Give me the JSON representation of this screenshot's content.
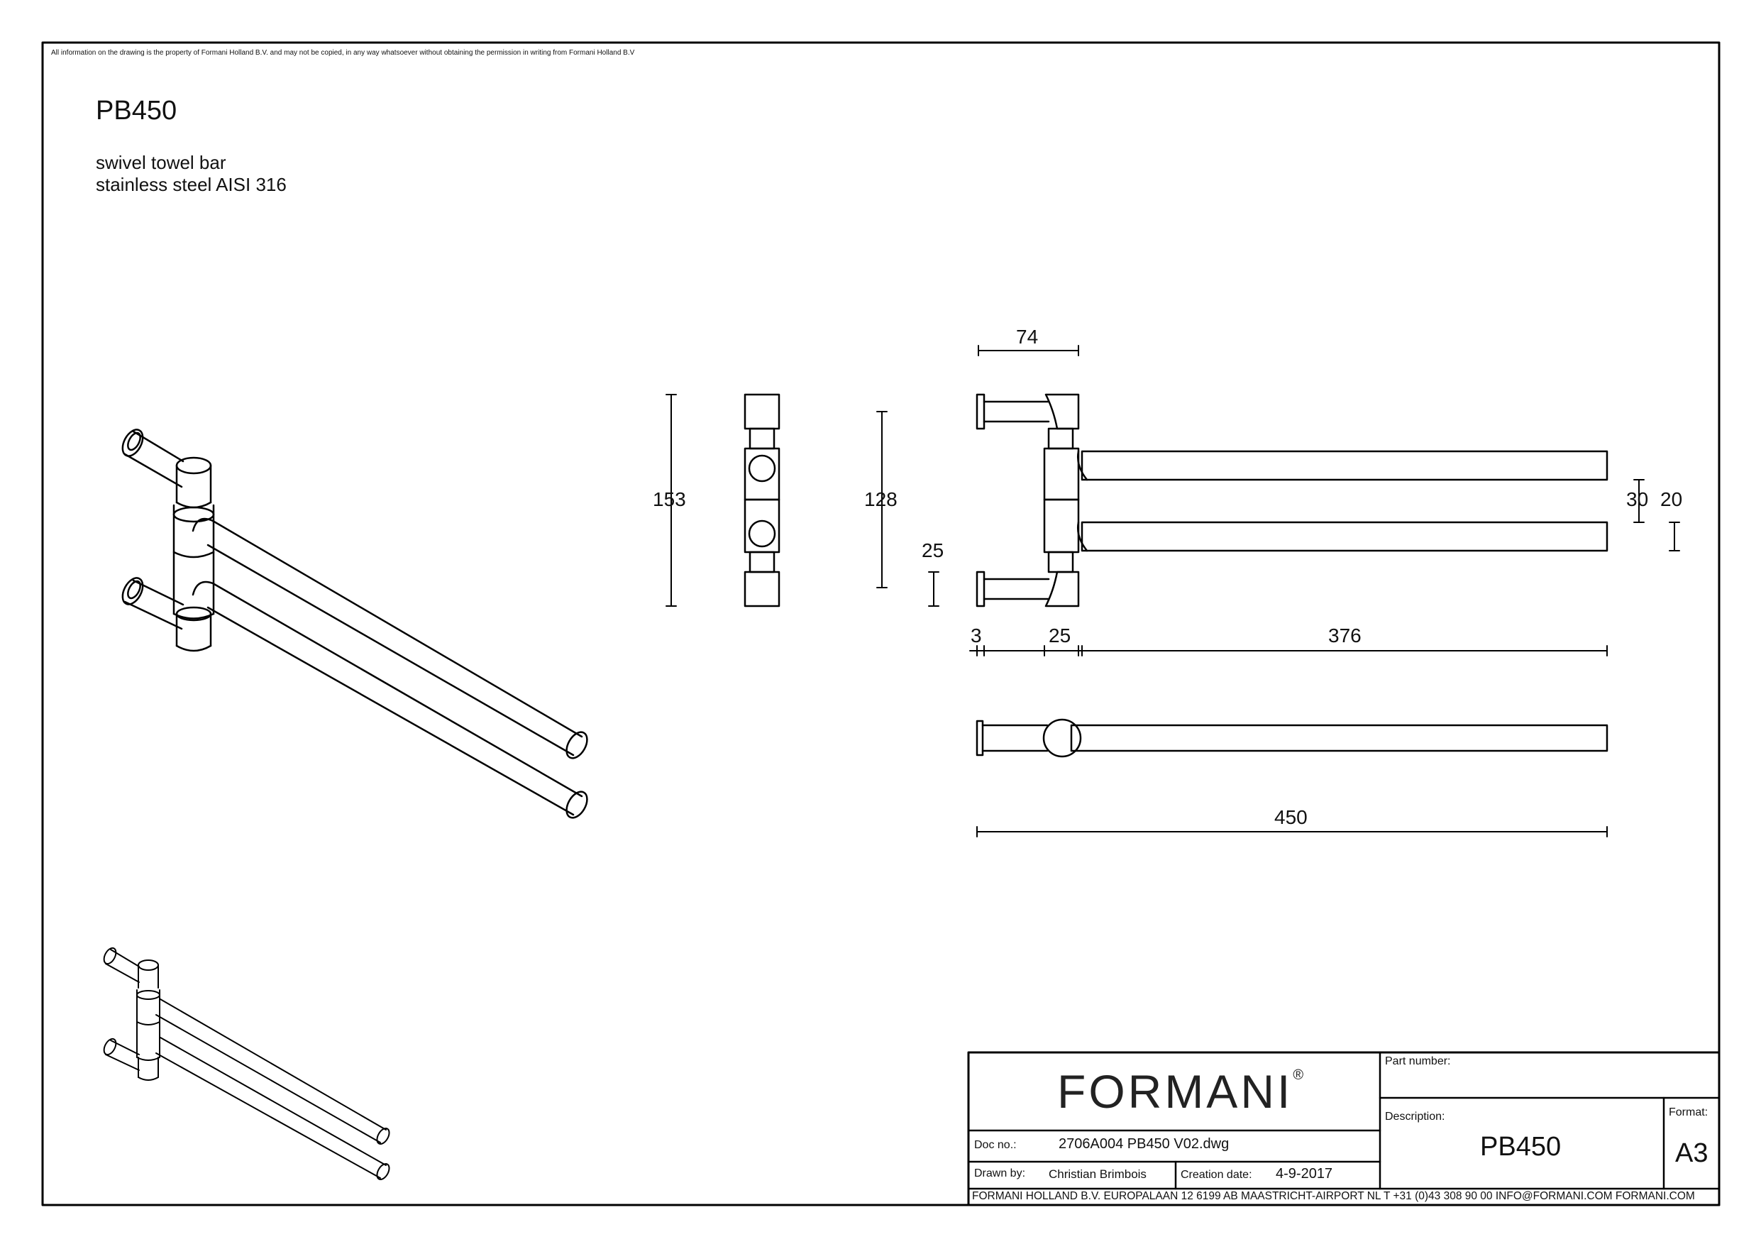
{
  "disclaimer": "All information on the drawing is the property of Formani Holland B.V. and may not be copied, in any way whatsoever without obtaining the permission in writing from Formani Holland B.V",
  "product": {
    "code": "PB450",
    "description_line1": "swivel towel bar",
    "description_line2": "stainless steel AISI 316"
  },
  "dimensions": {
    "side_height": "153",
    "side_inner": "128",
    "top_width": "74",
    "rosette": "25",
    "bar_pitch": "30",
    "bar_diameter": "20",
    "gap": "3",
    "hinge": "25",
    "bar_length": "376",
    "total_length": "450"
  },
  "title_block": {
    "logo": "FORMANI",
    "logo_mark": "®",
    "part_number_label": "Part number:",
    "description_label": "Description:",
    "description_value": "PB450",
    "format_label": "Format:",
    "format_value": "A3",
    "doc_no_label": "Doc no.:",
    "doc_no_value": "2706A004 PB450 V02.dwg",
    "drawn_by_label": "Drawn by:",
    "drawn_by_value": "Christian Brimbois",
    "creation_date_label": "Creation date:",
    "creation_date_value": "4-9-2017",
    "footer": "FORMANI HOLLAND B.V.  EUROPALAAN 12  6199 AB MAASTRICHT-AIRPORT NL  T +31 (0)43 308 90 00 INFO@FORMANI.COM FORMANI.COM"
  }
}
